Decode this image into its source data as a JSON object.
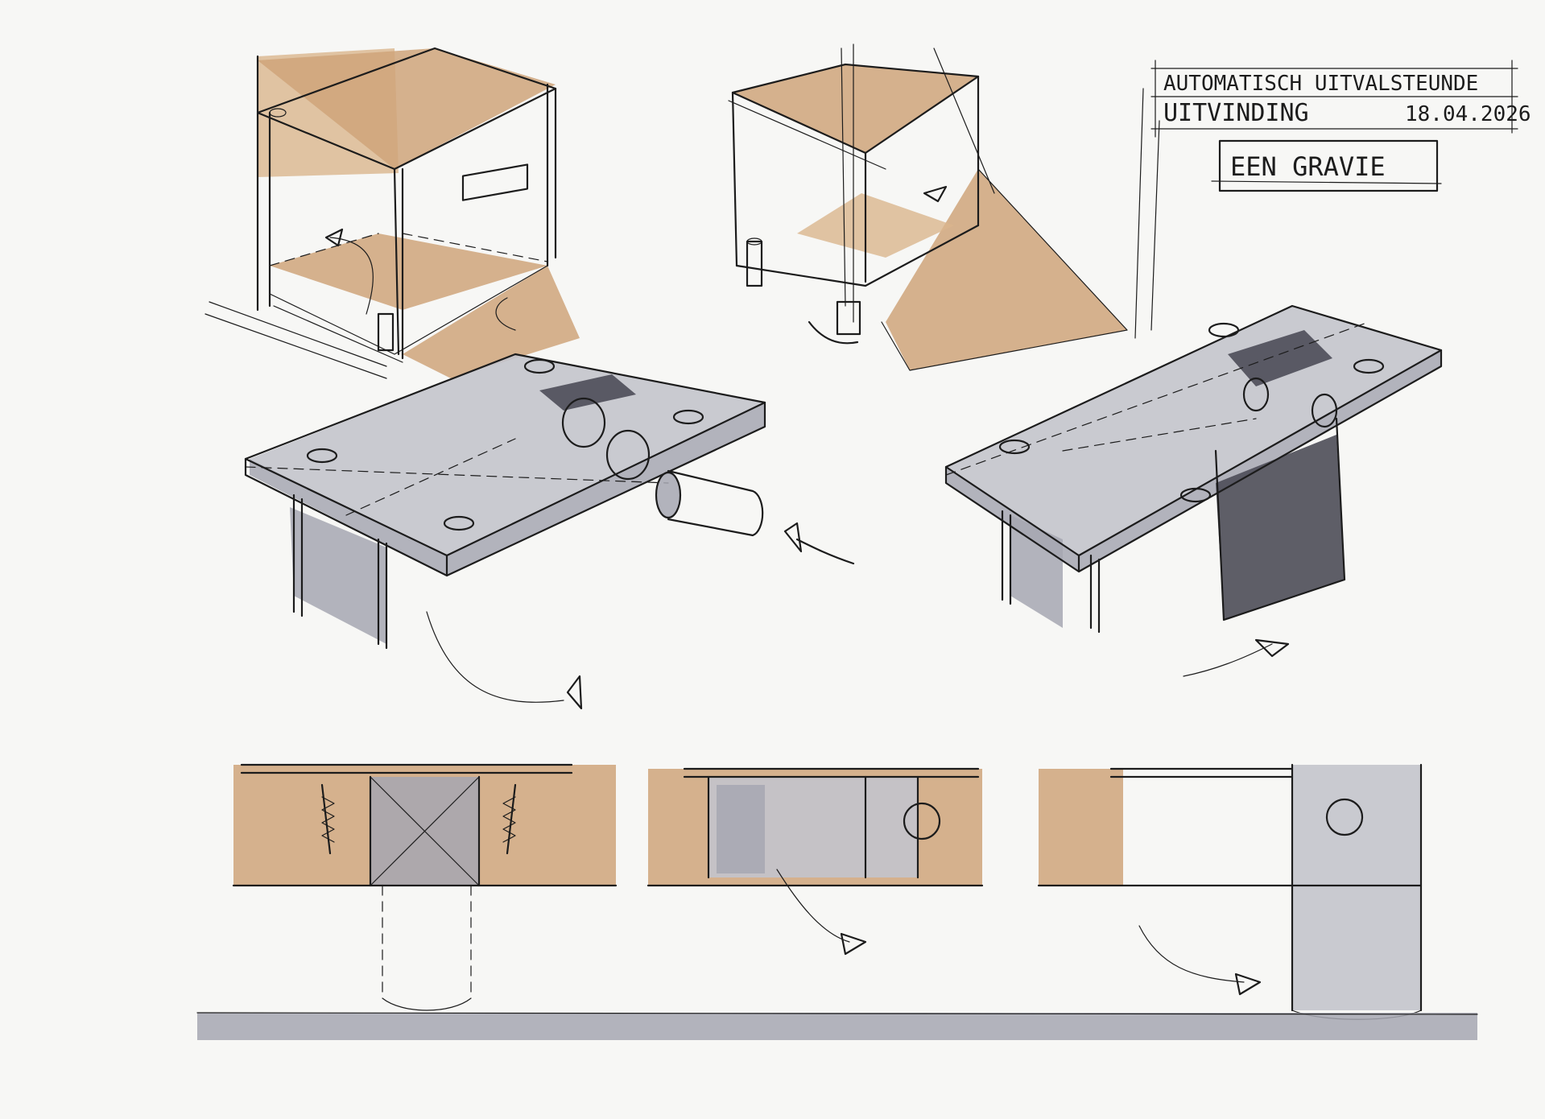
{
  "title_block": {
    "line1": "AUTOMATISCH UITVALSTEUNDE",
    "line2": "UITVINDING",
    "date": "18.04.2026",
    "line3": "EEN GRAVIE"
  },
  "colors": {
    "wood": "#cfa57a",
    "steel": "#a6a7b1",
    "ink": "#1c1c1c",
    "dark": "#4c4d58"
  }
}
